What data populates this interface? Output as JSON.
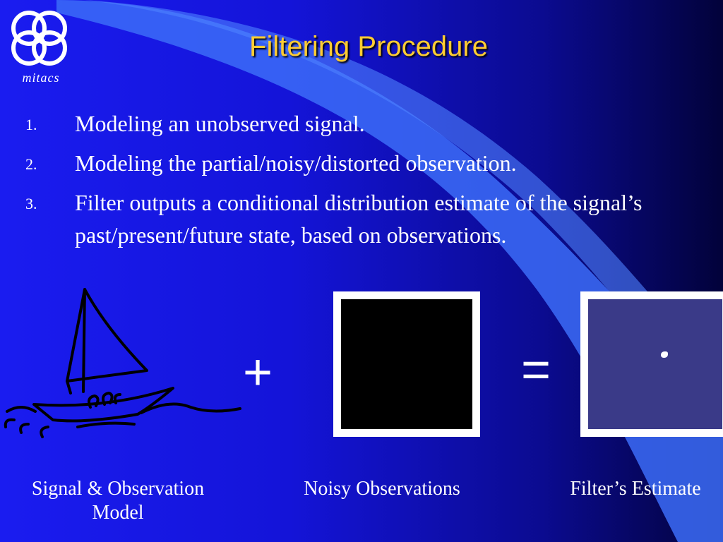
{
  "logo": {
    "text": "mitacs",
    "icon": "interlocked-rings-logo"
  },
  "title": "Filtering Procedure",
  "list": [
    {
      "number": "1.",
      "text": "Modeling an unobserved signal."
    },
    {
      "number": "2.",
      "text": "Modeling the partial/noisy/distorted observation."
    },
    {
      "number": "3.",
      "text": "Filter outputs a conditional distribution estimate of the signal’s past/present/future state, based on observations."
    }
  ],
  "diagram": {
    "plus": "+",
    "equals": "=",
    "boat_icon": "sailboat-sketch",
    "captions": {
      "signal": "Signal & Observation Model",
      "noisy": "Noisy Observations",
      "estimate": "Filter’s Estimate"
    }
  },
  "colors": {
    "title": "#ffcc33",
    "background": "#1a1cf0",
    "estimate_fill": "#3a3a88"
  }
}
